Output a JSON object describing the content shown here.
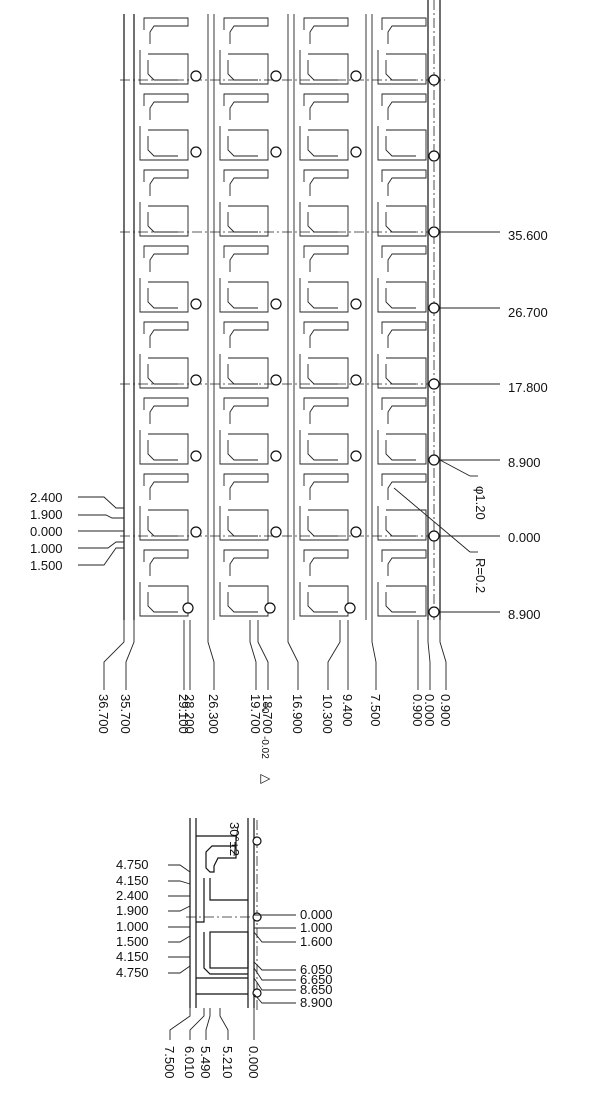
{
  "upper": {
    "right_dims": [
      "35.600",
      "26.700",
      "17.800",
      "8.900",
      "0.000",
      "8.900"
    ],
    "left_dims": [
      "2.400",
      "1.900",
      "0.000",
      "1.000",
      "1.500"
    ],
    "bottom_dims": [
      "36.700",
      "35.700",
      "29.100",
      "28.200",
      "26.300",
      "19.700",
      "18.700",
      "16.900",
      "10.300",
      "9.400",
      "7.500",
      "0.900",
      "0.000",
      "0.900"
    ],
    "tolerance_plus": "+0",
    "tolerance_minus": "-0.02",
    "triangle_mark": "△",
    "hole_label": "φ1.20",
    "radius_label": "R=0.2"
  },
  "lower": {
    "angle_label": "30°±2",
    "left_dims": [
      "4.750",
      "4.150",
      "2.400",
      "1.900",
      "1.000",
      "1.500",
      "4.150",
      "4.750"
    ],
    "right_dims": [
      "0.000",
      "1.000",
      "1.600",
      "6.050",
      "6.650",
      "8.650",
      "8.900"
    ],
    "bottom_dims": [
      "7.500",
      "6.010",
      "5.490",
      "5.210",
      "0.000"
    ]
  }
}
